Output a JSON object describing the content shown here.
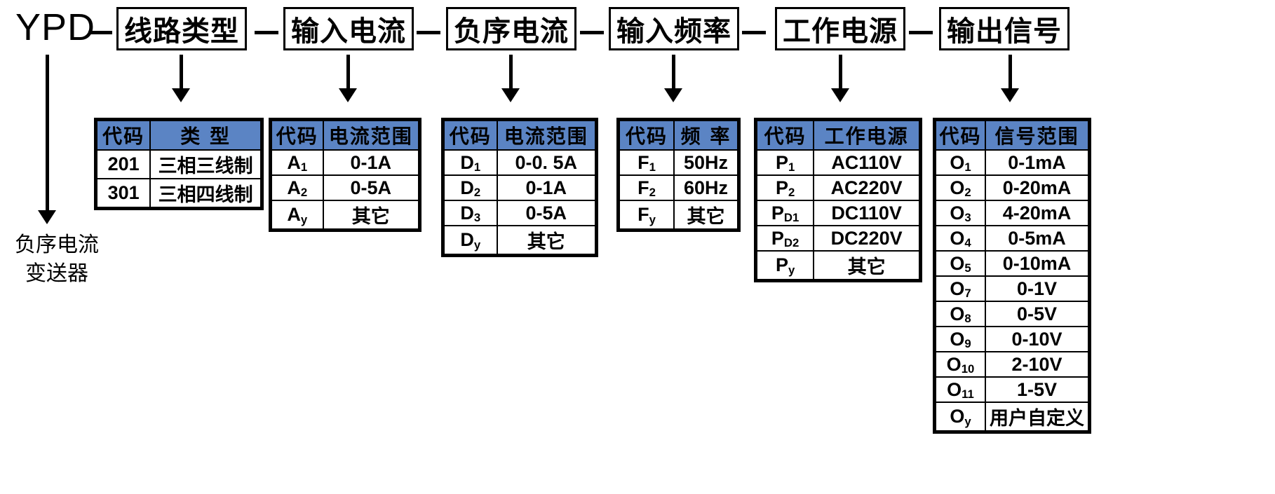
{
  "diagram": {
    "product_prefix": "YPD",
    "left_caption_line1": "负序电流",
    "left_caption_line2": "变送器",
    "separator": "—",
    "header_bg_color": "#5B84C4",
    "line_color": "#000000"
  },
  "segments": [
    {
      "key": "line_type",
      "title": "线路类型",
      "headers": [
        "代码",
        "类 型"
      ],
      "rows": [
        {
          "code": "201",
          "code_sub": "",
          "value": "三相三线制"
        },
        {
          "code": "301",
          "code_sub": "",
          "value": "三相四线制"
        }
      ]
    },
    {
      "key": "input_current",
      "title": "输入电流",
      "headers": [
        "代码",
        "电流范围"
      ],
      "rows": [
        {
          "code": "A",
          "code_sub": "1",
          "value": "0-1A"
        },
        {
          "code": "A",
          "code_sub": "2",
          "value": "0-5A"
        },
        {
          "code": "A",
          "code_sub": "y",
          "value": "其它"
        }
      ]
    },
    {
      "key": "negative_sequence_current",
      "title": "负序电流",
      "headers": [
        "代码",
        "电流范围"
      ],
      "rows": [
        {
          "code": "D",
          "code_sub": "1",
          "value": "0-0. 5A"
        },
        {
          "code": "D",
          "code_sub": "2",
          "value": "0-1A"
        },
        {
          "code": "D",
          "code_sub": "3",
          "value": "0-5A"
        },
        {
          "code": "D",
          "code_sub": "y",
          "value": "其它"
        }
      ]
    },
    {
      "key": "input_frequency",
      "title": "输入频率",
      "headers": [
        "代码",
        "频 率"
      ],
      "rows": [
        {
          "code": "F",
          "code_sub": "1",
          "value": "50Hz"
        },
        {
          "code": "F",
          "code_sub": "2",
          "value": "60Hz"
        },
        {
          "code": "F",
          "code_sub": "y",
          "value": "其它"
        }
      ]
    },
    {
      "key": "working_power",
      "title": "工作电源",
      "headers": [
        "代码",
        "工作电源"
      ],
      "rows": [
        {
          "code": "P",
          "code_sub": "1",
          "value": "AC110V"
        },
        {
          "code": "P",
          "code_sub": "2",
          "value": "AC220V"
        },
        {
          "code": "P",
          "code_sub": "D1",
          "value": "DC110V"
        },
        {
          "code": "P",
          "code_sub": "D2",
          "value": "DC220V"
        },
        {
          "code": "P",
          "code_sub": "y",
          "value": "其它"
        }
      ]
    },
    {
      "key": "output_signal",
      "title": "输出信号",
      "headers": [
        "代码",
        "信号范围"
      ],
      "rows": [
        {
          "code": "O",
          "code_sub": "1",
          "value": "0-1mA"
        },
        {
          "code": "O",
          "code_sub": "2",
          "value": "0-20mA"
        },
        {
          "code": "O",
          "code_sub": "3",
          "value": "4-20mA"
        },
        {
          "code": "O",
          "code_sub": "4",
          "value": "0-5mA"
        },
        {
          "code": "O",
          "code_sub": "5",
          "value": "0-10mA"
        },
        {
          "code": "O",
          "code_sub": "7",
          "value": "0-1V"
        },
        {
          "code": "O",
          "code_sub": "8",
          "value": "0-5V"
        },
        {
          "code": "O",
          "code_sub": "9",
          "value": "0-10V"
        },
        {
          "code": "O",
          "code_sub": "10",
          "value": "2-10V"
        },
        {
          "code": "O",
          "code_sub": "11",
          "value": "1-5V"
        },
        {
          "code": "O",
          "code_sub": "y",
          "value": "用户自定义"
        }
      ]
    }
  ]
}
